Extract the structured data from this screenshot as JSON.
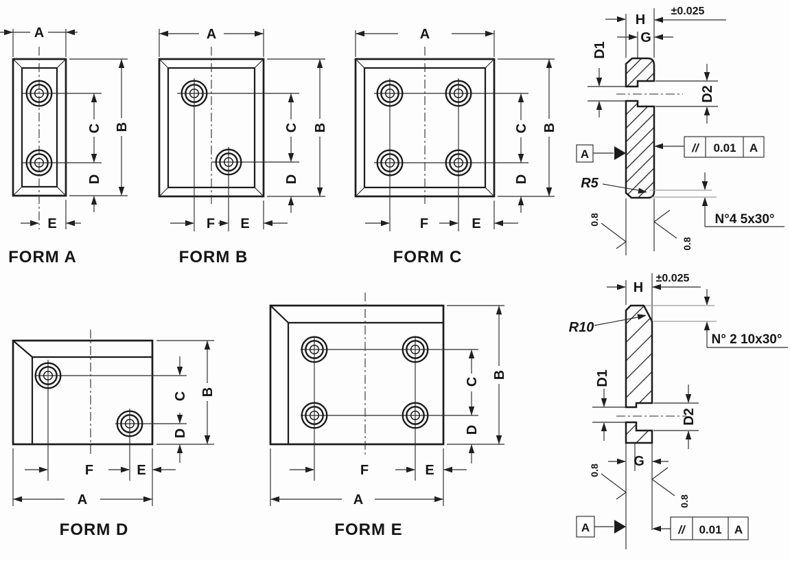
{
  "drawing": {
    "dims": {
      "A": "A",
      "B": "B",
      "C": "C",
      "D": "D",
      "E": "E",
      "F": "F",
      "G": "G",
      "H": "H",
      "D1": "D1",
      "D2": "D2"
    },
    "forms": {
      "a": {
        "title": "FORM A"
      },
      "b": {
        "title": "FORM B"
      },
      "c": {
        "title": "FORM C"
      },
      "d": {
        "title": "FORM D"
      },
      "e": {
        "title": "FORM E"
      }
    },
    "section_top": {
      "thickness_tolerance": "±0.025",
      "chamfer_note": "N°4  5x30°",
      "corner_radius": "R5",
      "roughness": "0.8",
      "datum": "A",
      "parallelism": {
        "symbol": "//",
        "value": "0.01",
        "datum": "A"
      }
    },
    "section_bottom": {
      "thickness_tolerance": "±0.025",
      "chamfer_note": "N° 2  10x30°",
      "corner_radius": "R10",
      "roughness": "0.8",
      "datum": "A",
      "parallelism": {
        "symbol": "//",
        "value": "0.01",
        "datum": "A"
      }
    },
    "colors": {
      "line": "#1b1b1b",
      "background": "#fdfdfd"
    }
  }
}
